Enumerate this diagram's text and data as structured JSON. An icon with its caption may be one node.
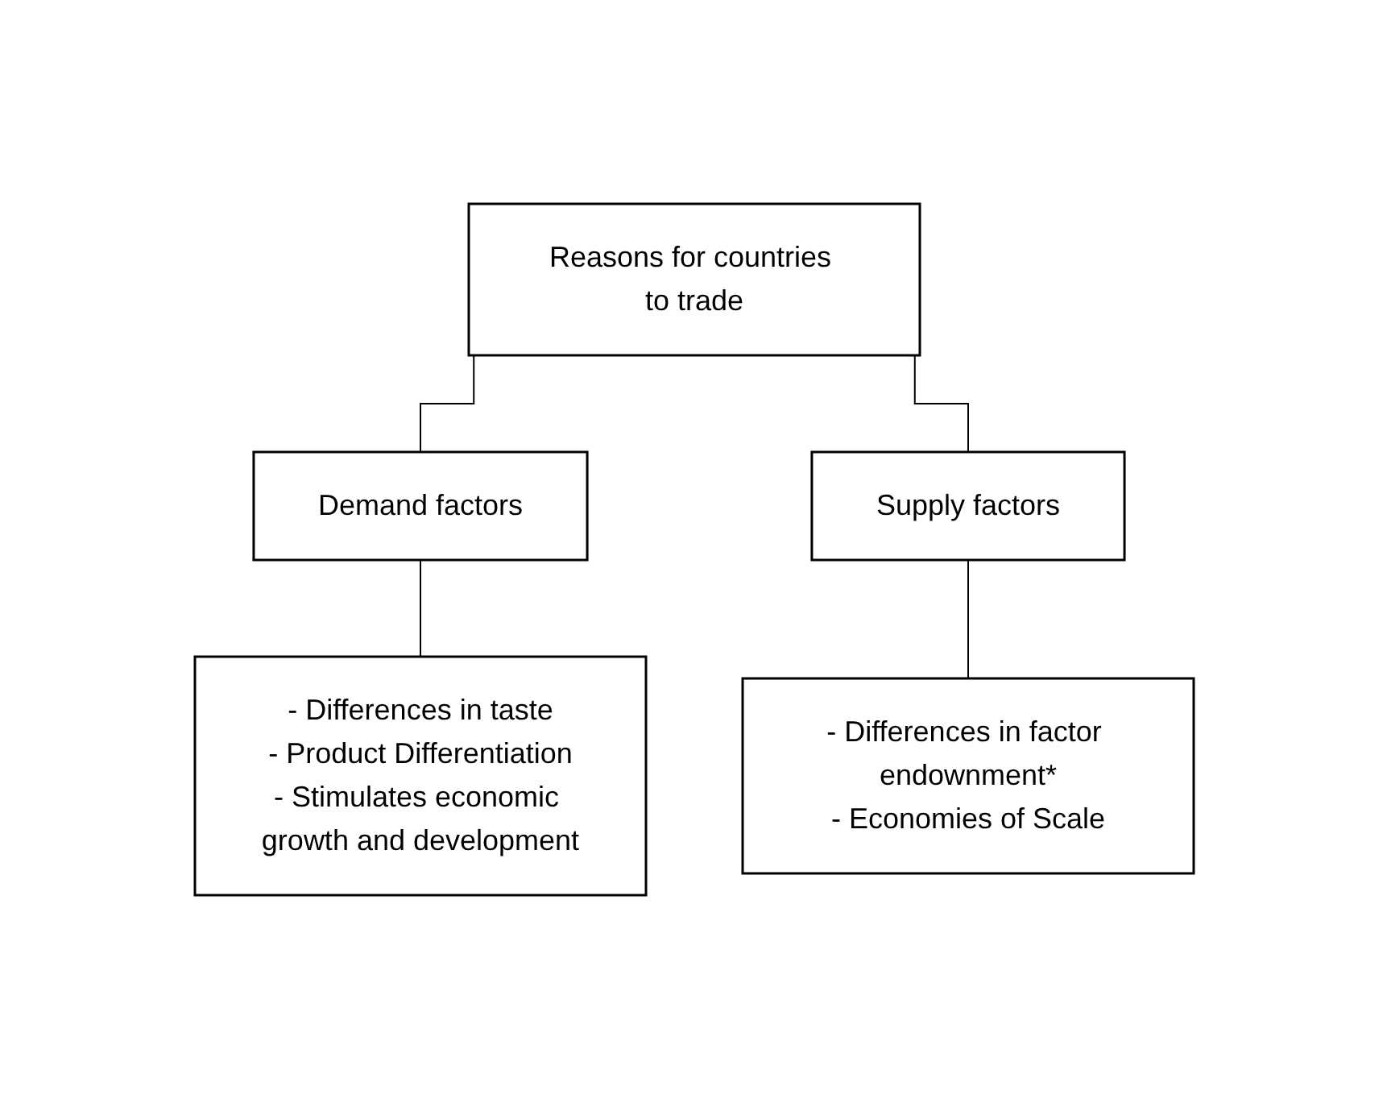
{
  "diagram": {
    "nodes": [
      {
        "text": [
          "Reasons for countries to trade"
        ]
      },
      {
        "text": [
          "Demand factors"
        ]
      },
      {
        "text": [
          "Supply factors"
        ]
      },
      {
        "text": [
          "- Differences in taste",
          "- Product Differentiation",
          "- Stimulates economic growth and development"
        ]
      },
      {
        "text": [
          "- Differences in factor endownment*",
          "- Economies of Scale"
        ]
      }
    ],
    "edges": [
      {
        "from": 0,
        "to": 1,
        "arrow": "none"
      },
      {
        "from": 0,
        "to": 2,
        "arrow": "none"
      },
      {
        "from": 1,
        "to": 3,
        "arrow": "none"
      },
      {
        "from": 2,
        "to": 4,
        "arrow": "none"
      }
    ]
  }
}
